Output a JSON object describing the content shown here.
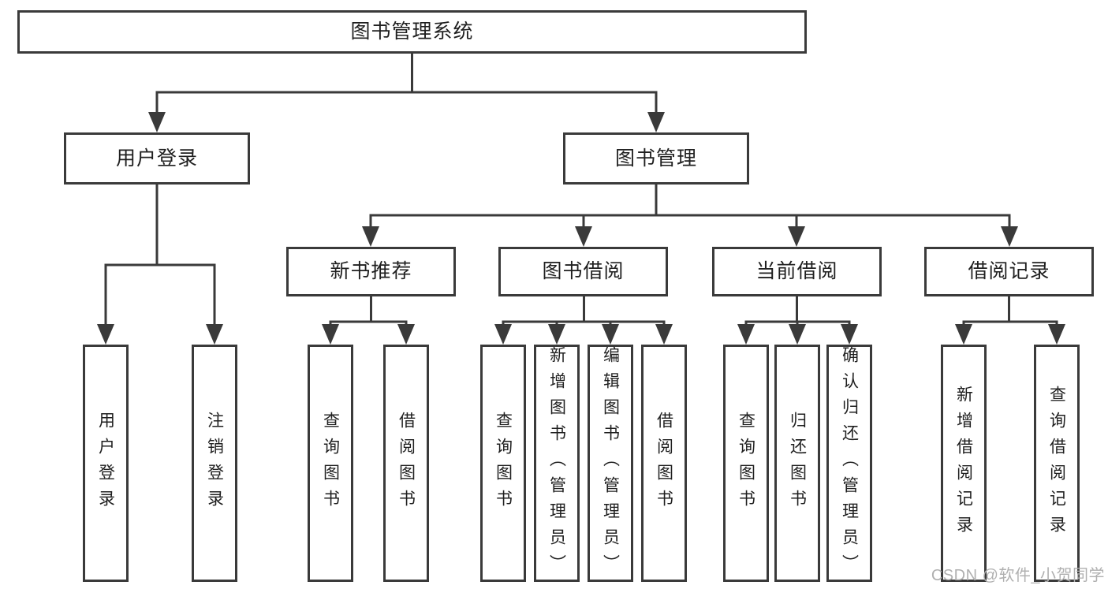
{
  "tree": {
    "root": {
      "label": "图书管理系统"
    },
    "branches": [
      {
        "label": "用户登录",
        "children": [
          {
            "label": "用户登录"
          },
          {
            "label": "注销登录"
          }
        ]
      },
      {
        "label": "图书管理",
        "children": [
          {
            "label": "新书推荐",
            "children": [
              {
                "label": "查询图书"
              },
              {
                "label": "借阅图书"
              }
            ]
          },
          {
            "label": "图书借阅",
            "children": [
              {
                "label": "查询图书"
              },
              {
                "label": "新增图书（管理员）"
              },
              {
                "label": "编辑图书（管理员）"
              },
              {
                "label": "借阅图书"
              }
            ]
          },
          {
            "label": "当前借阅",
            "children": [
              {
                "label": "查询图书"
              },
              {
                "label": "归还图书"
              },
              {
                "label": "确认归还（管理员）"
              }
            ]
          },
          {
            "label": "借阅记录",
            "children": [
              {
                "label": "新增借阅记录"
              },
              {
                "label": "查询借阅记录"
              }
            ]
          }
        ]
      }
    ]
  },
  "watermark": {
    "text": "CSDN @软件_小贺同学"
  },
  "colors": {
    "line": "#3a3a3a",
    "text": "#1f1f1f",
    "watermark": "#b0b0b0",
    "background": "#ffffff"
  }
}
